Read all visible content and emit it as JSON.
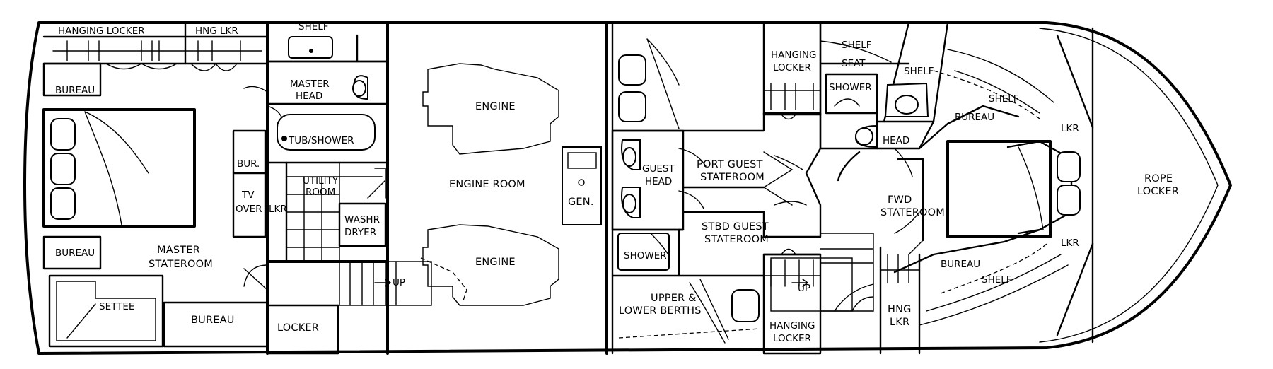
{
  "labels": {
    "hanging_locker_aft": "HANGING LOCKER",
    "hng_lkr_aft": "HNG LKR",
    "shelf_aft": "SHELF",
    "bureau_1": "BUREAU",
    "master_head_1": "MASTER",
    "master_head_2": "HEAD",
    "tub_shower": "TUB/SHOWER",
    "bur": "BUR.",
    "tv_1": "TV",
    "tv_2": "OVER",
    "lkr_mid": "LKR",
    "utility_1": "UTILITY",
    "utility_2": "ROOM",
    "washr_1": "WASHR",
    "washr_2": "DRYER",
    "bureau_2": "BUREAU",
    "master_state_1": "MASTER",
    "master_state_2": "STATEROOM",
    "settee": "SETTEE",
    "bureau_3": "BUREAU",
    "locker": "LOCKER",
    "up_1": "UP",
    "engine_1": "ENGINE",
    "engine_room": "ENGINE ROOM",
    "engine_2": "ENGINE",
    "gen": "GEN.",
    "guest_head_1": "GUEST",
    "guest_head_2": "HEAD",
    "shower_guest": "SHOWER",
    "port_guest_1": "PORT GUEST",
    "port_guest_2": "STATEROOM",
    "stbd_guest_1": "STBD GUEST",
    "stbd_guest_2": "STATEROOM",
    "upper_lower_1": "UPPER &",
    "upper_lower_2": "LOWER BERTHS",
    "hanging_locker_mid_1": "HANGING",
    "hanging_locker_mid_2": "LOCKER",
    "hanging_locker_low_1": "HANGING",
    "hanging_locker_low_2": "LOCKER",
    "up_2": "UP",
    "shelf_fwd_1": "SHELF",
    "seat": "SEAT",
    "shower_fwd": "SHOWER",
    "shelf_fwd_2": "SHELF",
    "head_fwd": "HEAD",
    "bureau_fwd_1": "BUREAU",
    "shelf_fwd_3": "SHELF",
    "lkr_fwd_1": "LKR",
    "fwd_state_1": "FWD",
    "fwd_state_2": "STATEROOM",
    "lkr_fwd_2": "LKR",
    "bureau_fwd_2": "BUREAU",
    "shelf_fwd_4": "SHELF",
    "hng_lkr_fwd_1": "HNG",
    "hng_lkr_fwd_2": "LKR",
    "rope_1": "ROPE",
    "rope_2": "LOCKER"
  }
}
